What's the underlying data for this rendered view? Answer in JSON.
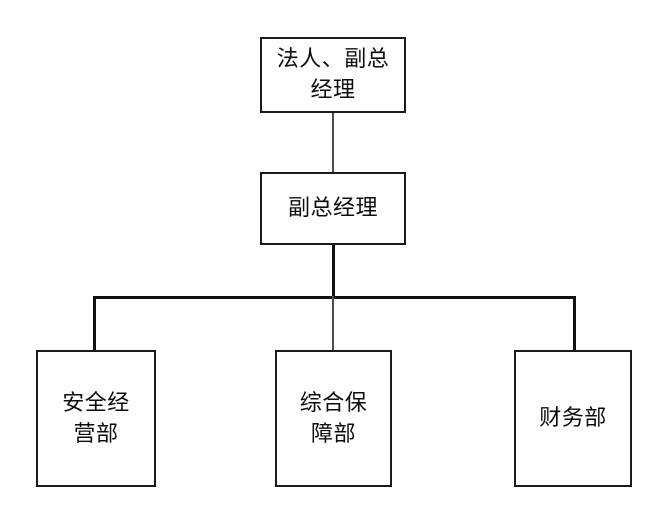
{
  "chart": {
    "type": "org-chart",
    "title": "",
    "orientation": "top-down",
    "levels": 3,
    "colors": {
      "box_border": "#1a1a1a",
      "box_fill": "#ffffff",
      "connector": "#111111",
      "text": "#0d0d0d",
      "background": "#ffffff"
    },
    "nodes": {
      "ceo": {
        "label": "法人、副总\n经理",
        "line1": "法人、副总",
        "line2": "经理",
        "level": 1
      },
      "deputy": {
        "label": "副总经理",
        "level": 2
      },
      "departments": [
        {
          "label": "安全经\n营部",
          "line1": "安全经",
          "line2": "营部",
          "level": 3
        },
        {
          "label": "综合保\n障部",
          "line1": "综合保",
          "line2": "障部",
          "level": 3
        },
        {
          "label": "财务部",
          "line1": "财务部",
          "line2": "",
          "level": 3
        }
      ]
    },
    "edges": [
      {
        "from": "ceo",
        "to": "deputy"
      },
      {
        "from": "deputy",
        "to": "departments.0"
      },
      {
        "from": "deputy",
        "to": "departments.1"
      },
      {
        "from": "deputy",
        "to": "departments.2"
      }
    ]
  }
}
